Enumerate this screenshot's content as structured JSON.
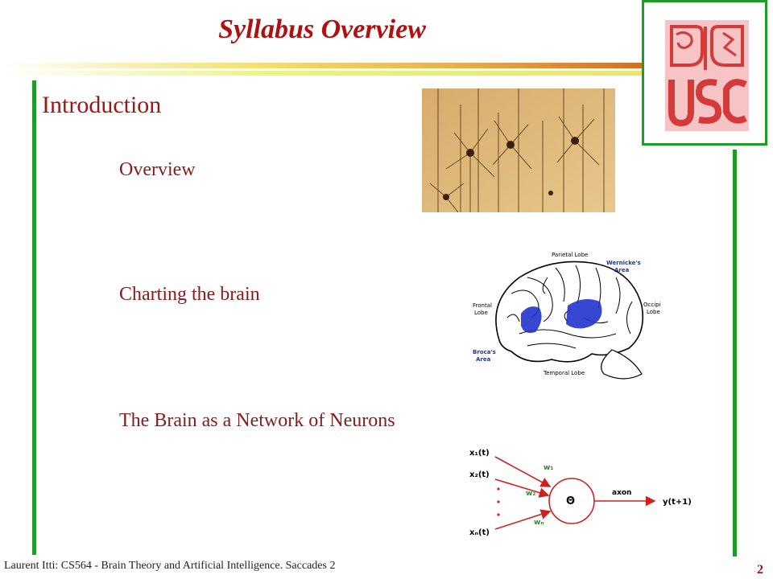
{
  "slide": {
    "title": "Syllabus Overview",
    "section": "Introduction",
    "items": [
      "Overview",
      "Charting the brain",
      "The Brain as a Network of Neurons"
    ],
    "footer": "Laurent Itti: CS564 - Brain Theory and Artificial Intelligence. Saccades 2",
    "page_number": "2"
  },
  "brain_labels": {
    "parietal": "Parietal Lobe",
    "wernicke_line1": "Wernicke's",
    "wernicke_line2": "Area",
    "frontal_line1": "Frontal",
    "frontal_line2": "Lobe",
    "occipital_line1": "Occipital",
    "occipital_line2": "Lobe",
    "broca_line1": "Broca's",
    "broca_line2": "Area",
    "temporal": "Temporal Lobe"
  },
  "network": {
    "x1": "x₁(t)",
    "x2": "x₂(t)",
    "xn": "xₙ(t)",
    "w1": "w₁",
    "w2": "w₂",
    "wn": "wₙ",
    "theta": "Θ",
    "axon": "axon",
    "output": "y(t+1)"
  },
  "colors": {
    "accent_red": "#a01515",
    "frame_green": "#1f9b28",
    "arrow_red": "#d02020",
    "weight_green": "#2e8b2e",
    "brain_highlight": "#2233cc"
  }
}
